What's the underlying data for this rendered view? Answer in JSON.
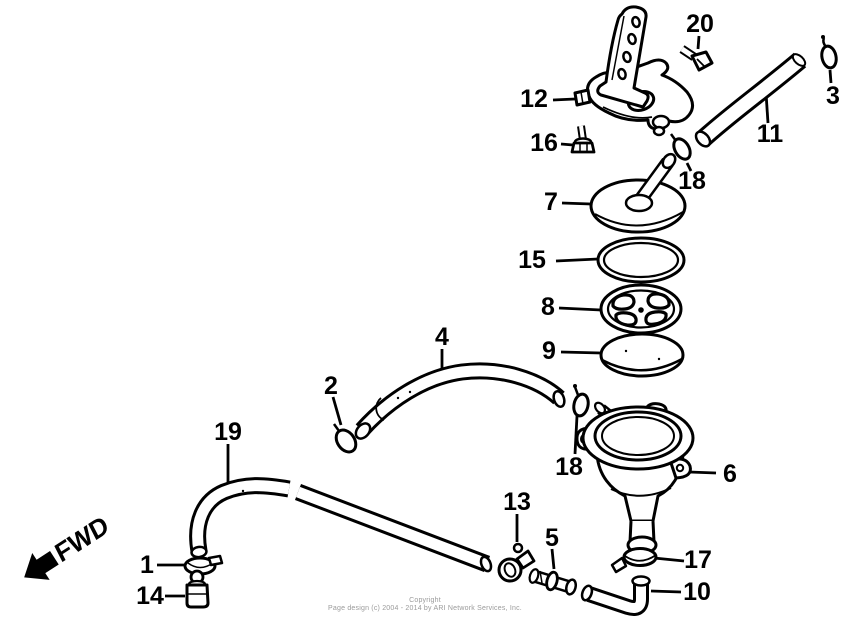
{
  "colors": {
    "background": "#ffffff",
    "line": "#000000",
    "footer_text": "#9a9a9a"
  },
  "fwd_marker": {
    "label": "FWD"
  },
  "footer": {
    "line1": "Copyright",
    "line2": "Page design (c) 2004 - 2014 by ARI Network Services, Inc."
  },
  "callouts": {
    "c1": "1",
    "c2": "2",
    "c3": "3",
    "c4": "4",
    "c5": "5",
    "c6": "6",
    "c7": "7",
    "c8": "8",
    "c9": "9",
    "c10": "10",
    "c11": "11",
    "c12": "12",
    "c13": "13",
    "c14": "14",
    "c15": "15",
    "c16": "16",
    "c17": "17",
    "c18a": "18",
    "c18b": "18",
    "c19": "19",
    "c20": "20"
  }
}
